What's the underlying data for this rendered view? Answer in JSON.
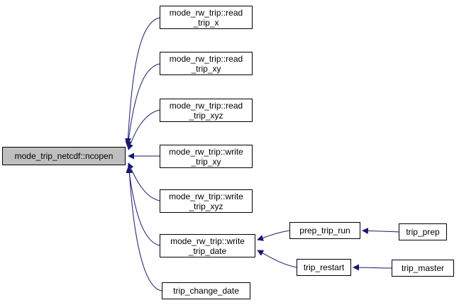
{
  "graph": {
    "type": "call-graph",
    "colors": {
      "edge": "#191970",
      "node_fill": "#ffffff",
      "highlight_fill": "#bfbfbf",
      "border": "#000000"
    },
    "nodes": {
      "ncopen": {
        "label": "mode_trip_netcdf::ncopen",
        "highlighted": true
      },
      "read_trip_x": {
        "label": "mode_rw_trip::read\n_trip_x"
      },
      "read_trip_xy": {
        "label": "mode_rw_trip::read\n_trip_xy"
      },
      "read_trip_xyz": {
        "label": "mode_rw_trip::read\n_trip_xyz"
      },
      "write_trip_xy": {
        "label": "mode_rw_trip::write\n_trip_xy"
      },
      "write_trip_xyz": {
        "label": "mode_rw_trip::write\n_trip_xyz"
      },
      "write_trip_date": {
        "label": "mode_rw_trip::write\n_trip_date"
      },
      "trip_change_date": {
        "label": "trip_change_date"
      },
      "prep_trip_run": {
        "label": "prep_trip_run"
      },
      "trip_restart": {
        "label": "trip_restart"
      },
      "trip_prep": {
        "label": "trip_prep"
      },
      "trip_master": {
        "label": "trip_master"
      }
    },
    "edges": [
      {
        "from": "read_trip_x",
        "to": "ncopen"
      },
      {
        "from": "read_trip_xy",
        "to": "ncopen"
      },
      {
        "from": "read_trip_xyz",
        "to": "ncopen"
      },
      {
        "from": "write_trip_xy",
        "to": "ncopen"
      },
      {
        "from": "write_trip_xyz",
        "to": "ncopen"
      },
      {
        "from": "write_trip_date",
        "to": "ncopen"
      },
      {
        "from": "trip_change_date",
        "to": "ncopen"
      },
      {
        "from": "prep_trip_run",
        "to": "write_trip_date"
      },
      {
        "from": "trip_restart",
        "to": "write_trip_date"
      },
      {
        "from": "trip_prep",
        "to": "prep_trip_run"
      },
      {
        "from": "trip_master",
        "to": "trip_restart"
      }
    ]
  }
}
